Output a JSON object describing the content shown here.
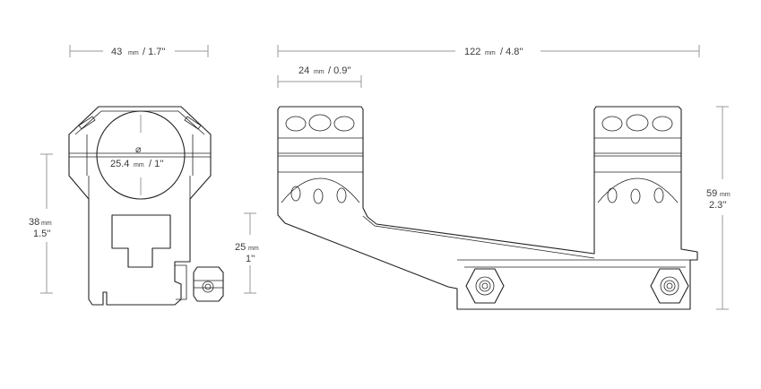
{
  "dimensions": {
    "front_width": {
      "value": "43",
      "unit": "mm",
      "imperial": "/ 1.7''"
    },
    "total_length": {
      "value": "122",
      "unit": "mm",
      "imperial": "/ 4.8''"
    },
    "ring_width": {
      "value": "24",
      "unit": "mm",
      "imperial": "/ 0.9''"
    },
    "ring_diameter": {
      "symbol": "⌀",
      "value": "25.4",
      "unit": "mm",
      "imperial": "/ 1''"
    },
    "front_height": {
      "value": "38",
      "unit": "mm",
      "imperial": "1.5''"
    },
    "center_height": {
      "value": "25",
      "unit": "mm",
      "imperial": "1''"
    },
    "side_height": {
      "value": "59",
      "unit": "mm",
      "imperial": "2.3''"
    }
  },
  "colors": {
    "outline": "#222222",
    "dimension_line": "#9a9a9a",
    "text": "#3a3a3a",
    "background": "#ffffff"
  }
}
